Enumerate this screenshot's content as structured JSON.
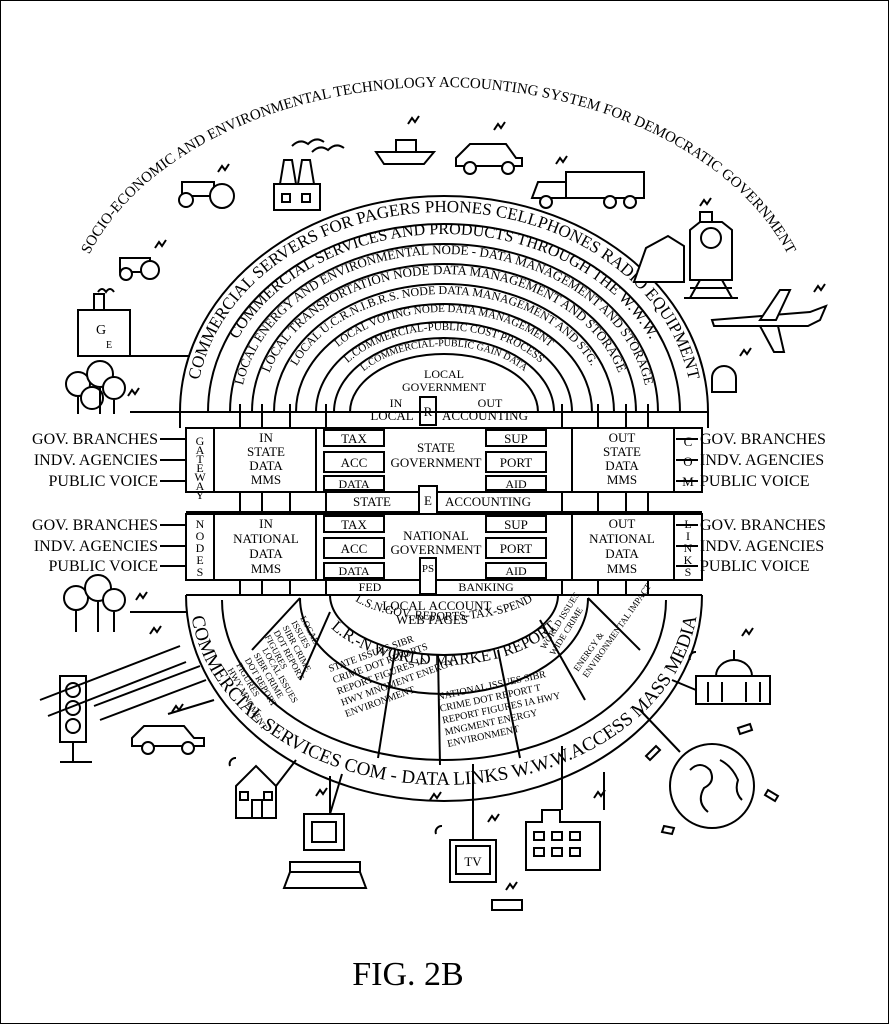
{
  "title": "SOCIO-ECONOMIC AND ENVIRONMENTAL TECHNOLOGY ACCOUNTING SYSTEM FOR DEMOCRATIC GOVERNMENT",
  "upper_arcs": [
    "COMMERCIAL SERVERS FOR PAGERS PHONES CELLPHONES RADIO EQUIPMENT",
    "COMMERCIAL SERVICES AND PRODUCTS THROUGH THE W.W.W.",
    "LOCAL ENERGY AND ENVIRONMENTAL NODE - DATA MANAGEMENT AND STORAGE",
    "LOCAL TRANSPORTATION NODE DATA MANAGEMENT AND STORAGE",
    "LOCAL U.C.R.N.I.B.R.S. NODE DATA MANAGEMENT AND STG.",
    "LOCAL VOTING NODE DATA MANAGEMENT",
    "L.COMMERCIAL-PUBLIC COST PROCESS",
    "L.COMMERCIAL-PUBLIC GAIN DATA"
  ],
  "local_gov": {
    "title_line1": "LOCAL",
    "title_line2": "GOVERNMENT",
    "in": "IN",
    "out": "OUT",
    "local": "LOCAL",
    "letter": "R",
    "accounting": "ACCOUNTING"
  },
  "left_list": [
    "GOV. BRANCHES",
    "INDV. AGENCIES",
    "PUBLIC VOICE"
  ],
  "right_list": [
    "GOV. BRANCHES",
    "INDV. AGENCIES",
    "PUBLIC VOICE"
  ],
  "left_vertical_top": "GATEWAY",
  "left_vertical_bottom": "NODES",
  "right_vertical_top": "COM",
  "right_vertical_bottom": "LINKS",
  "state": {
    "in_block": [
      "IN",
      "STATE",
      "DATA",
      "MMS"
    ],
    "out_block": [
      "OUT",
      "STATE",
      "DATA",
      "MMS"
    ],
    "tax": "TAX",
    "acc": "ACC",
    "data": "DATA",
    "sup": "SUP",
    "port": "PORT",
    "aid": "AID",
    "center": [
      "STATE",
      "GOVERNMENT"
    ],
    "letter": "E",
    "label": "STATE",
    "accounting": "ACCOUNTING"
  },
  "national": {
    "in_block": [
      "IN",
      "NATIONAL",
      "DATA",
      "MMS"
    ],
    "out_block": [
      "OUT",
      "NATIONAL",
      "DATA",
      "MMS"
    ],
    "tax": "TAX",
    "acc": "ACC",
    "data": "DATA",
    "sup": "SUP",
    "port": "PORT",
    "aid": "AID",
    "center": [
      "NATIONAL",
      "GOVERNMENT"
    ],
    "letter": "PS",
    "fed": "FED",
    "banking": "BANKING"
  },
  "bottom_center": {
    "local": "LOCAL",
    "account": "ACCOUNT",
    "web_pages": "WEB PAGES"
  },
  "lower_arcs": [
    "L.S.N.GOV. REPORTS-TAX-SPEND",
    "L.R.-N WORLD MARKET REPORT",
    "COMMERCIAL SERVICES COM - DATA LINKS W.W.W.ACCESS MASS MEDIA"
  ],
  "wedges": {
    "local_issues_1": [
      "LOCAL ISSUES",
      "SIBR CRIME",
      "DOT REPORT",
      "FIGURES",
      "HWY MNGMENT"
    ],
    "local_issues_2": [
      "LOCAL",
      "ISSUES",
      "SIBR CRIME",
      "DOT REPORT",
      "FIGURES"
    ],
    "world_issues": [
      "WORLD ISSUES",
      "WIDE CRIME"
    ],
    "energy": [
      "ENERGY &",
      "ENVIRONMENTAL IMPACT"
    ],
    "state_issues": [
      "STATE ISSUES SIBR",
      "CRIME DOT REPORTS",
      "REPORT FIGURES IA",
      "HWY MNGMENT ENERGY",
      "ENVIRONMENT"
    ],
    "national_issues": [
      "NATIONAL ISSUES SIBR",
      "CRIME DOT REPORT T",
      "REPORT FIGURES IA HWY",
      "MNGMENT ENERGY",
      "ENVIRONMENT"
    ]
  },
  "icons": {
    "ge_box": [
      "G",
      "E"
    ],
    "tv": "TV"
  },
  "figure_label": "FIG. 2B"
}
